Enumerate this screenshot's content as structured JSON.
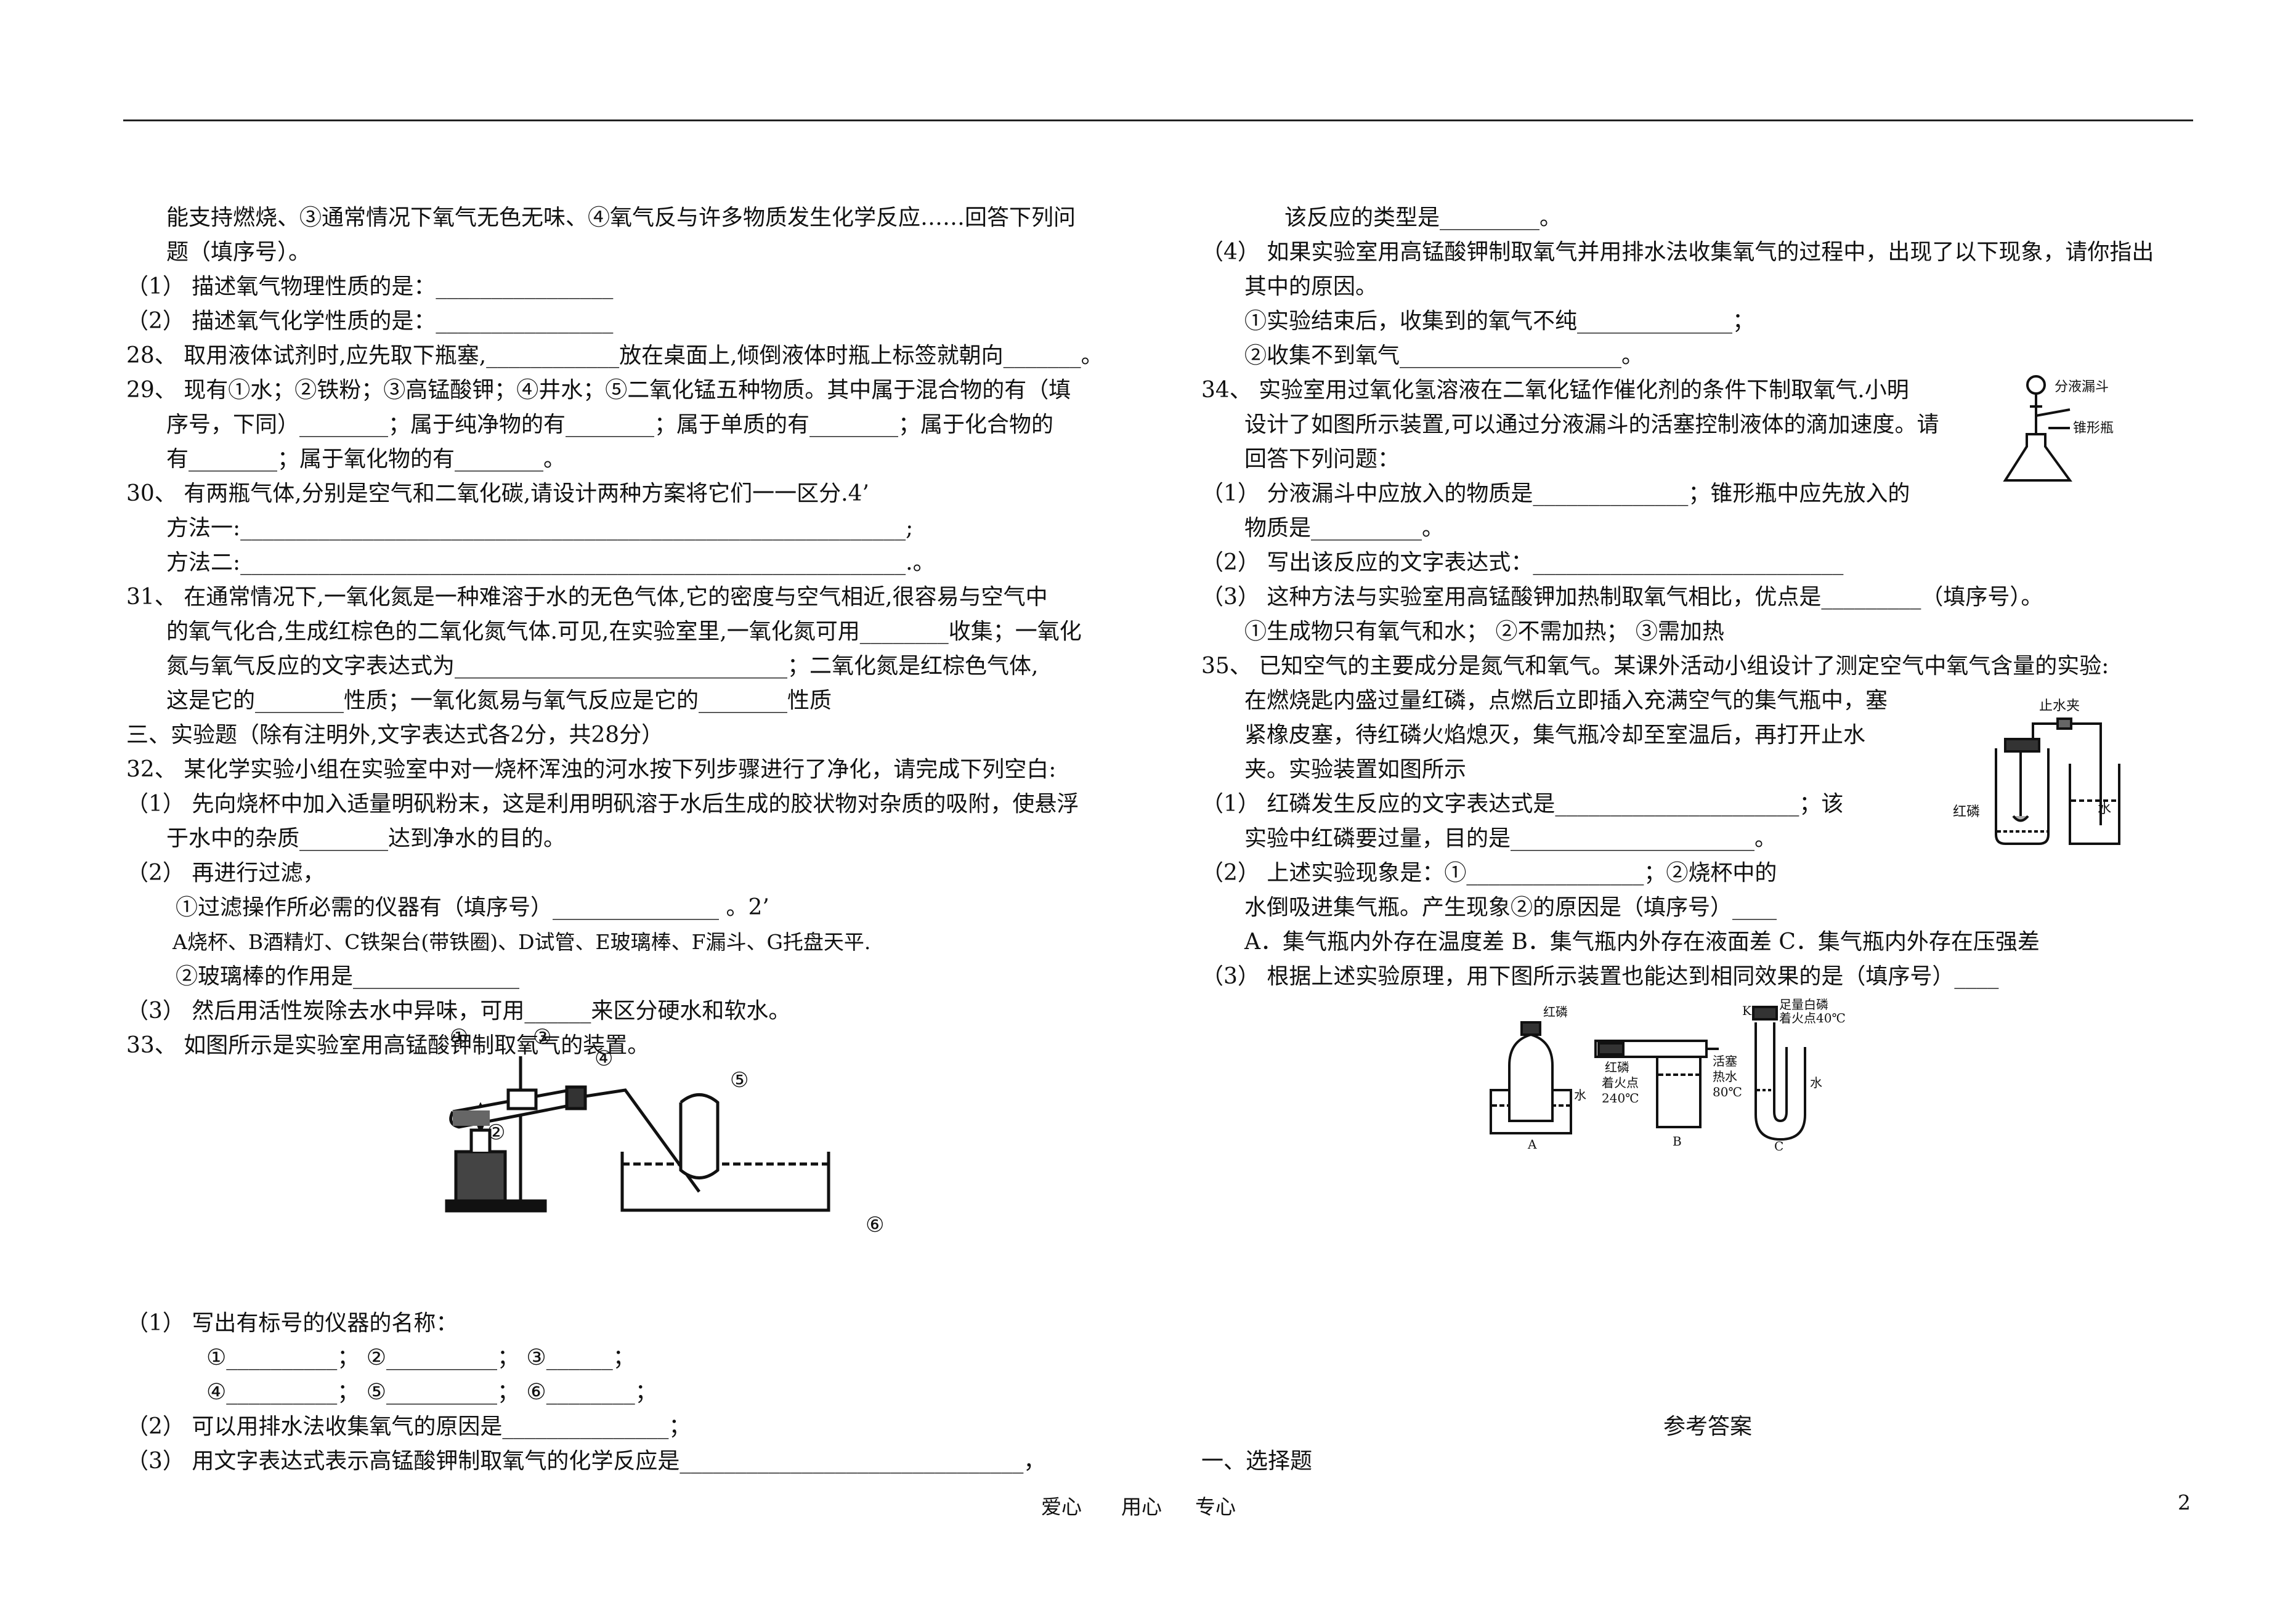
{
  "left": {
    "lines": [
      "能支持燃烧、③通常情况下氧气无色无味、④氧气反与许多物质发生化学反应……回答下列问",
      "题（填序号）。",
      "（1）    描述氧气物理性质的是：________________",
      "（2）    描述氧气化学性质的是：________________",
      "28、      取用液体试剂时,应先取下瓶塞,____________放在桌面上,倾倒液体时瓶上标签就朝向_______。",
      "29、      现有①水；②铁粉；③高锰酸钾；④井水；⑤二氧化锰五种物质。其中属于混合物的有（填",
      "序号，下同）________；属于纯净物的有________；属于单质的有________；属于化合物的",
      "有________；属于氧化物的有________。",
      "30、      有两瓶气体,分别是空气和二氧化碳,请设计两种方案将它们一一区分.4’",
      "方法一:____________________________________________________________;",
      "方法二:____________________________________________________________.。",
      "31、      在通常情况下,一氧化氮是一种难溶于水的无色气体,它的密度与空气相近,很容易与空气中",
      "的氧气化合,生成红棕色的二氧化氮气体.可见,在实验室里,一氧化氮可用________收集；一氧化",
      "氮与氧气反应的文字表达式为______________________________；二氧化氮是红棕色气体,",
      "这是它的________性质；一氧化氮易与氧气反应是它的________性质",
      "三、实验题（除有注明外,文字表达式各2分，共28分）",
      "32、      某化学实验小组在实验室中对一烧杯浑浊的河水按下列步骤进行了净化，请完成下列空白:",
      "（1）    先向烧杯中加入适量明矾粉末，这是利用明矾溶于水后生成的胶状物对杂质的吸附，使悬浮",
      "于水中的杂质________达到净水的目的。",
      "（2）    再进行过滤，",
      "①过滤操作所必需的仪器有（填序号）_______________  。2’",
      "A烧杯、B酒精灯、C铁架台(带铁圈)、D试管、E玻璃棒、F漏斗、G托盘天平.",
      "②玻璃棒的作用是_______________",
      "（3）    然后用活性炭除去水中异味，可用______来区分硬水和软水。",
      "33、      如图所示是实验室用高锰酸钾制取氧气的装置。"
    ],
    "q33": [
      "（1）    写出有标号的仪器的名称：",
      "①__________；    ②__________；    ③______；",
      "④__________；    ⑤__________；    ⑥________；",
      "（2）    可以用排水法收集氧气的原因是_______________；",
      "（3）    用文字表达式表示高锰酸钾制取氧气的化学反应是_______________________________，"
    ],
    "figure_labels": [
      "①",
      "②",
      "③",
      "④",
      "⑤",
      "⑥"
    ]
  },
  "right": {
    "lines": [
      "该反应的类型是_________。",
      "（4）    如果实验室用高锰酸钾制取氧气并用排水法收集氧气的过程中，出现了以下现象，请你指出",
      "其中的原因。",
      "①实验结束后，收集到的氧气不纯______________；",
      "②收集不到氧气____________________。",
      "34、      实验室用过氧化氢溶液在二氧化锰作催化剂的条件下制取氧气.小明",
      "设计了如图所示装置,可以通过分液漏斗的活塞控制液体的滴加速度。请",
      "回答下列问题：",
      "（1）    分液漏斗中应放入的物质是______________；锥形瓶中应先放入的",
      "物质是__________。",
      "（2）    写出该反应的文字表达式：____________________________",
      "（3）    这种方法与实验室用高锰酸钾加热制取氧气相比，优点是_________（填序号）。",
      "①生成物只有氧气和水；            ②不需加热；            ③需加热",
      "35、      已知空气的主要成分是氮气和氧气。某课外活动小组设计了测定空气中氧气含量的实验:",
      "在燃烧匙内盛过量红磷，点燃后立即插入充满空气的集气瓶中，塞",
      "紧橡皮塞，待红磷火焰熄灭，集气瓶冷却至室温后，再打开止水",
      "夹。实验装置如图所示",
      "（1）    红磷发生反应的文字表达式是______________________；该",
      "实验中红磷要过量，目的是______________________。",
      "（2）    上述实验现象是：①________________；②烧杯中的",
      "水倒吸进集气瓶。产生现象②的原因是（填序号）____",
      "A．集气瓶内外存在温度差 B．集气瓶内外存在液面差 C．集气瓶内外存在压强差",
      "（3）    根据上述实验原理，用下图所示装置也能达到相同效果的是（填序号）____"
    ],
    "fig34": {
      "funnel": "分液漏斗",
      "flask": "锥形瓶"
    },
    "fig35": {
      "clamp": "止水夹",
      "phosphorus": "红磷",
      "water": "水"
    },
    "fig35_3": {
      "A_label": "A",
      "A_phos": "红磷",
      "A_water": "水",
      "B_label": "B",
      "B_phos": "红磷",
      "B_ign": "着火点",
      "B_ign_val": "240℃",
      "B_stop": "活塞",
      "B_hot": "热水",
      "B_temp": "80℃",
      "C_label": "C",
      "C_k": "K",
      "C_wp": "足量白磷",
      "C_ign": "着火点40℃",
      "C_water": "水"
    },
    "answer_title": "参考答案",
    "answer_section": "一、选择题"
  },
  "footer": {
    "motto1": "爱心",
    "motto2": "用心",
    "motto3": "专心",
    "page": "2"
  }
}
